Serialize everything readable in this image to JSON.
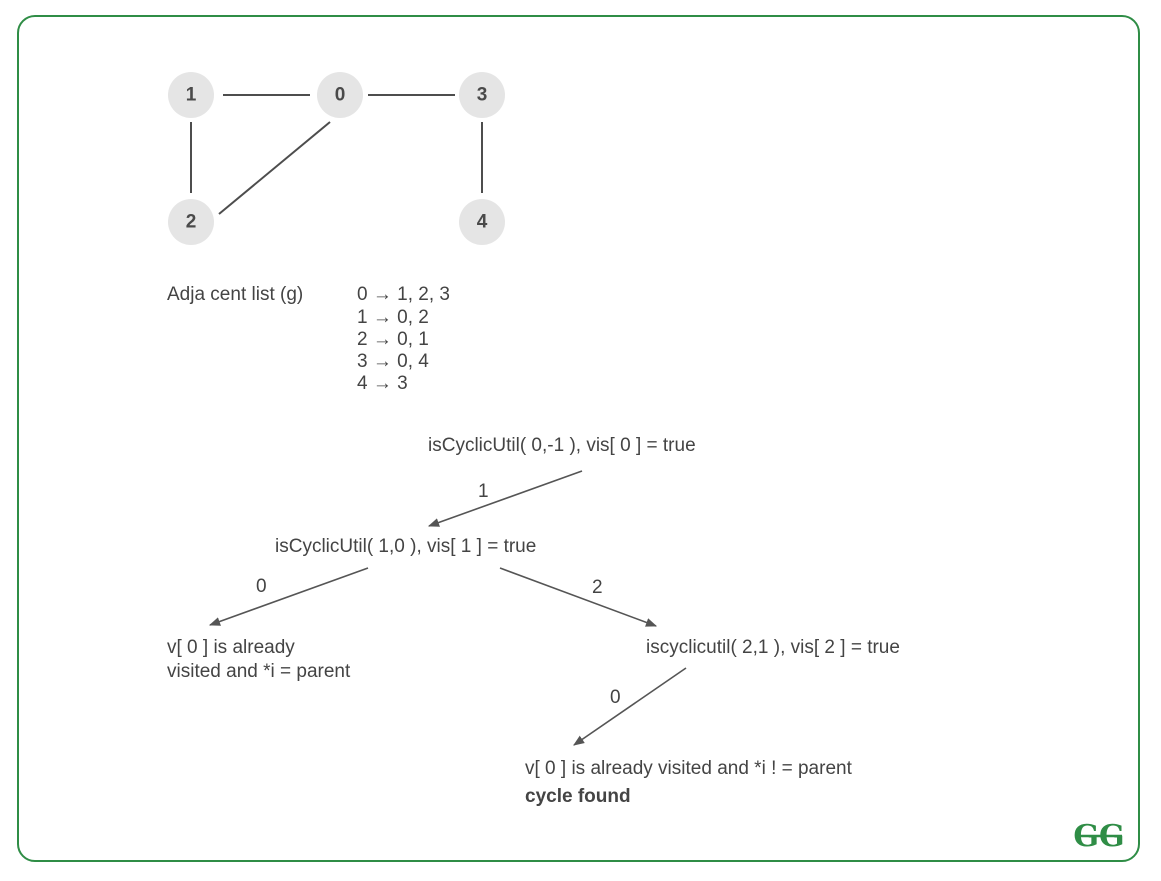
{
  "graph": {
    "nodes": [
      "1",
      "0",
      "3",
      "2",
      "4"
    ]
  },
  "adjacency": {
    "label": "Adja cent list  (g)",
    "rows": [
      "0 → 1, 2, 3",
      "1 → 0, 2",
      "2 → 0, 1",
      "3 → 0, 4",
      "4 → 3"
    ]
  },
  "trace": {
    "root": "isCyclicUtil( 0,-1 ), vis[ 0 ] = true",
    "level1": "isCyclicUtil( 1,0 ), vis[ 1 ] = true",
    "left_leaf_line1": "v[ 0 ] is already",
    "left_leaf_line2": "visited and *i = parent",
    "right_node": "iscyclicutil( 2,1 ), vis[ 2 ] = true",
    "final_line1": "v[ 0 ] is already visited and *i ! = parent",
    "final_line2": "cycle found",
    "edge_labels": {
      "root_to_1": "1",
      "n1_to_left": "0",
      "n1_to_right": "2",
      "n2_to_final": "0"
    }
  },
  "logo": {
    "text": "GG",
    "color": "#2f8d46"
  },
  "colors": {
    "border": "#2f8d46",
    "node_fill": "#e5e5e5",
    "text": "#444444"
  }
}
